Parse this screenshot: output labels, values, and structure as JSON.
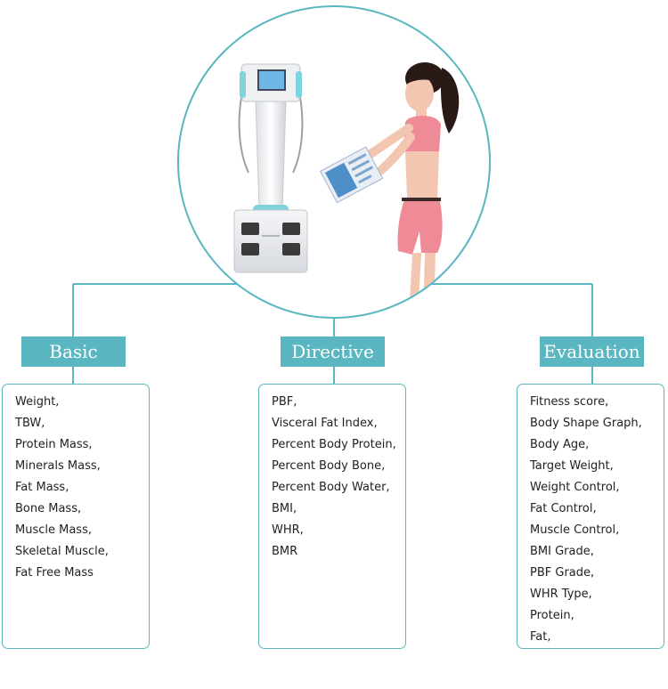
{
  "colors": {
    "accent": "#5ab6c1",
    "label_text": "#ffffff",
    "item_text": "#222222",
    "skin": "#f2c6b0",
    "outfit": "#ef8a97",
    "hair": "#2a1a16"
  },
  "illustration": {
    "device": "body-composition-analyzer",
    "person": "woman-holding-report"
  },
  "categories": [
    {
      "label": "Basic",
      "items": [
        "Weight,",
        "TBW,",
        "Protein Mass,",
        "Minerals Mass,",
        "Fat Mass,",
        "Bone Mass,",
        "Muscle Mass,",
        "Skeletal Muscle,",
        "Fat Free Mass"
      ]
    },
    {
      "label": "Directive",
      "items": [
        "PBF,",
        "Visceral Fat Index,",
        "Percent Body Protein,",
        "Percent Body Bone,",
        "Percent Body Water,",
        "BMI,",
        "WHR,",
        "BMR"
      ]
    },
    {
      "label": "Evaluation",
      "items": [
        "Fitness score,",
        "Body Shape Graph,",
        "Body Age,",
        "Target Weight,",
        "Weight Control,",
        "Fat Control,",
        "Muscle Control,",
        "BMI Grade,",
        "PBF Grade,",
        "WHR Type,",
        "Protein,",
        "Fat,"
      ]
    }
  ]
}
